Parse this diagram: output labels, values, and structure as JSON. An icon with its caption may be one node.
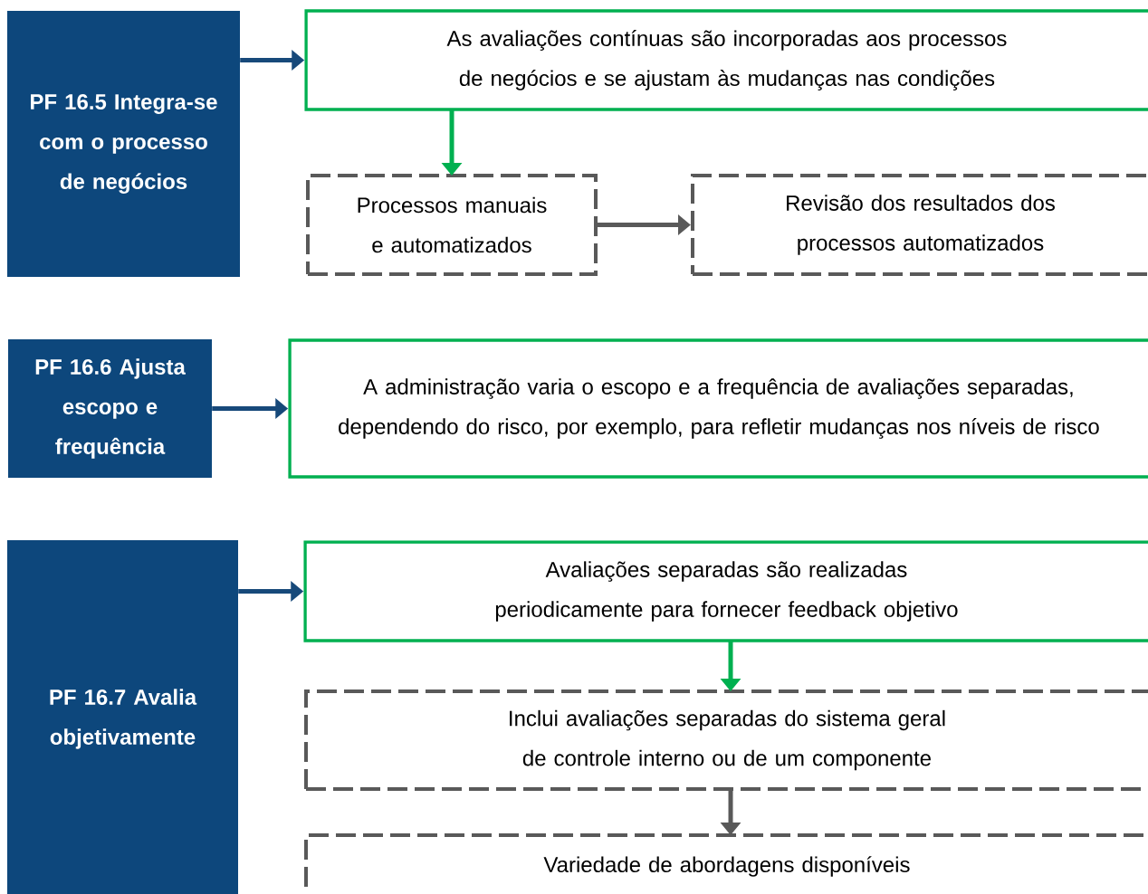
{
  "diagram": {
    "nodes": [
      {
        "text": [
          "PF 16.5 Integra-se com o processo de negócios"
        ]
      },
      {
        "text": [
          "As avaliações contínuas são incorporadas aos processos de negócios e se ajustam às mudanças nas condições"
        ]
      },
      {
        "text": [
          "Processos manuais e automatizados"
        ]
      },
      {
        "text": [
          "Revisão dos resultados dos processos automatizados"
        ]
      },
      {
        "text": [
          "PF 16.6 Ajusta escopo e frequência"
        ]
      },
      {
        "text": [
          "A administração varia o escopo e a frequência de avaliações separadas, dependendo do risco, por exemplo, para refletir mudanças nos níveis de risco"
        ]
      },
      {
        "text": [
          "PF 16.7 Avalia objetivamente"
        ]
      },
      {
        "text": [
          "Avaliações separadas são realizadas periodicamente para fornecer feedback objetivo"
        ]
      },
      {
        "text": [
          "Inclui avaliações separadas do sistema geral de controle interno ou de um componente"
        ]
      },
      {
        "text": [
          "Variedade de abordagens disponíveis"
        ]
      }
    ],
    "edges": [
      {
        "from": 0,
        "to": 1,
        "arrow": "to",
        "color": "#17497a"
      },
      {
        "from": 1,
        "to": 2,
        "arrow": "to",
        "color": "#00b050"
      },
      {
        "from": 2,
        "to": 3,
        "arrow": "to",
        "color": "#595959"
      },
      {
        "from": 4,
        "to": 5,
        "arrow": "to",
        "color": "#17497a"
      },
      {
        "from": 6,
        "to": 7,
        "arrow": "to",
        "color": "#17497a"
      },
      {
        "from": 7,
        "to": 8,
        "arrow": "to",
        "color": "#00b050"
      },
      {
        "from": 8,
        "to": 9,
        "arrow": "to",
        "color": "#595959"
      }
    ]
  }
}
